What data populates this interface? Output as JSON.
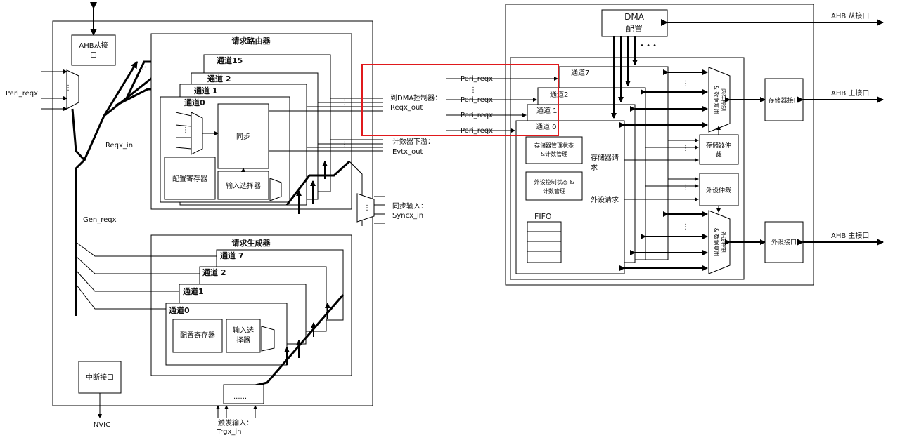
{
  "left": {
    "ahb_slave": [
      "AHB从接",
      "口"
    ],
    "peri_reqx": "Peri_reqx",
    "reqx_in": "Reqx_in",
    "gen_reqx": "Gen_reqx",
    "router": {
      "title": "请求路由器",
      "channels": [
        "通道15",
        "通道 2",
        "通道 1",
        "通道0"
      ],
      "sync": "同步",
      "config_reg": "配置寄存器",
      "input_sel": "输入选择器"
    },
    "to_dma": "到DMA控制器：",
    "reqx_out": "Reqx_out",
    "counter_overflow": "计数器下溢：",
    "evtx_out": "Evtx_out",
    "sync_input": "同步输入：",
    "syncx_in": "Syncx_in",
    "generator": {
      "title": "请求生成器",
      "channels": [
        "通道 7",
        "通道 2",
        "通道1",
        "通道0"
      ],
      "config_reg": "配置寄存器",
      "input_sel": [
        "输入选",
        "择器"
      ]
    },
    "interrupt": "中断接口",
    "nvic": "NVIC",
    "trigger_input": "触发输入：",
    "trgx_in": "Trgx_in",
    "dots": "......"
  },
  "right": {
    "dma_cfg": [
      "DMA",
      "配置"
    ],
    "peri_reqx": [
      "Peri_reqx",
      "Peri_reqx",
      "Peri_reqx",
      "Peri_reqx"
    ],
    "channels": [
      "通道7",
      "通道2",
      "通道 1",
      "通道  0"
    ],
    "mem_status": [
      "存储器管理状态",
      "&计数管理"
    ],
    "peri_status": [
      "外设控制状态 &",
      "计数管理"
    ],
    "fifo": "FIFO",
    "mem_req": [
      "存储器请",
      "求"
    ],
    "peri_req": "外设请求",
    "mem_mux": [
      "内存控制",
      "& 数据复用"
    ],
    "mem_arb": [
      "存储器仲",
      "裁"
    ],
    "peri_arb": "外设仲裁",
    "peri_mux": [
      "外设控制",
      "& 数据复用"
    ],
    "mem_if": "存储器接口",
    "peri_if": "外设接口",
    "ahb_slave": "AHB 从接口",
    "ahb_master_1": "AHB 主接口",
    "ahb_master_2": "AHB 主接口"
  },
  "highlight_color": "#e0191c"
}
